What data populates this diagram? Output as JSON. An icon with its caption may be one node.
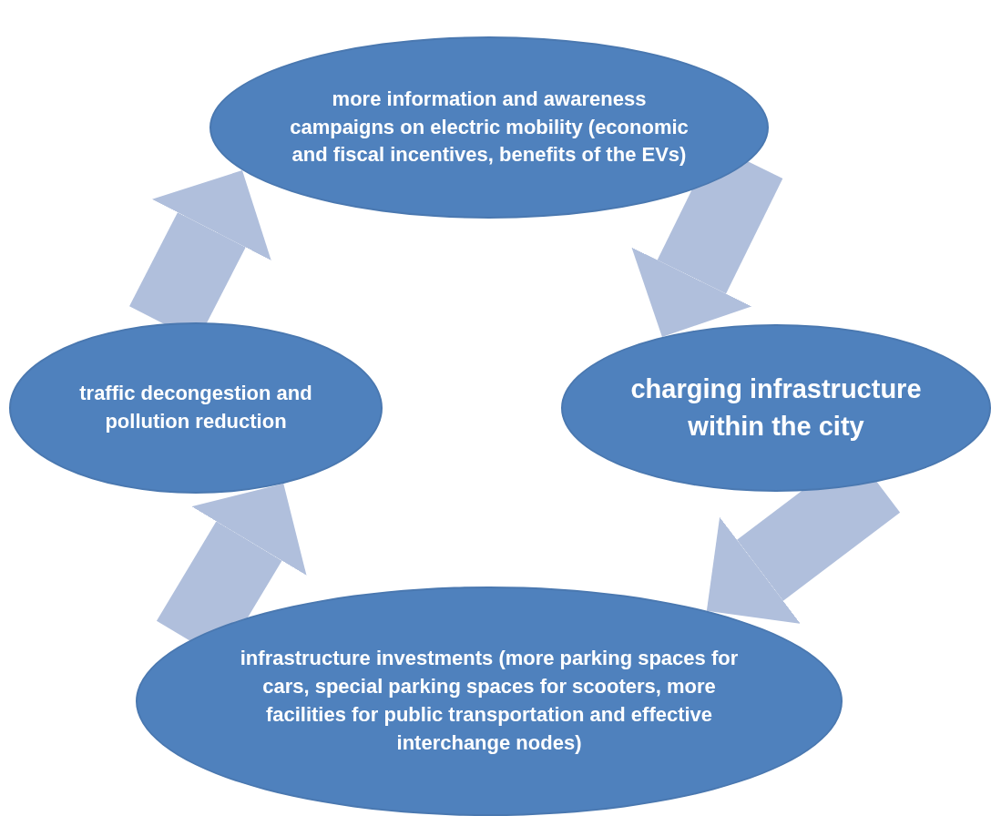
{
  "diagram": {
    "nodes": [
      {
        "text": [
          "more information and awareness campaigns on electric mobility (economic and fiscal incentives, benefits of the EVs)"
        ]
      },
      {
        "text": [
          "charging infrastructure within the city"
        ]
      },
      {
        "text": [
          "infrastructure investments (more parking spaces for cars, special parking spaces for scooters, more facilities for public transportation and effective interchange nodes)"
        ]
      },
      {
        "text": [
          "traffic decongestion and pollution reduction"
        ]
      }
    ],
    "edges": [
      {
        "from": 0,
        "to": 1,
        "arrow": "to"
      },
      {
        "from": 1,
        "to": 2,
        "arrow": "to"
      },
      {
        "from": 2,
        "to": 3,
        "arrow": "to"
      },
      {
        "from": 3,
        "to": 0,
        "arrow": "to"
      }
    ]
  }
}
